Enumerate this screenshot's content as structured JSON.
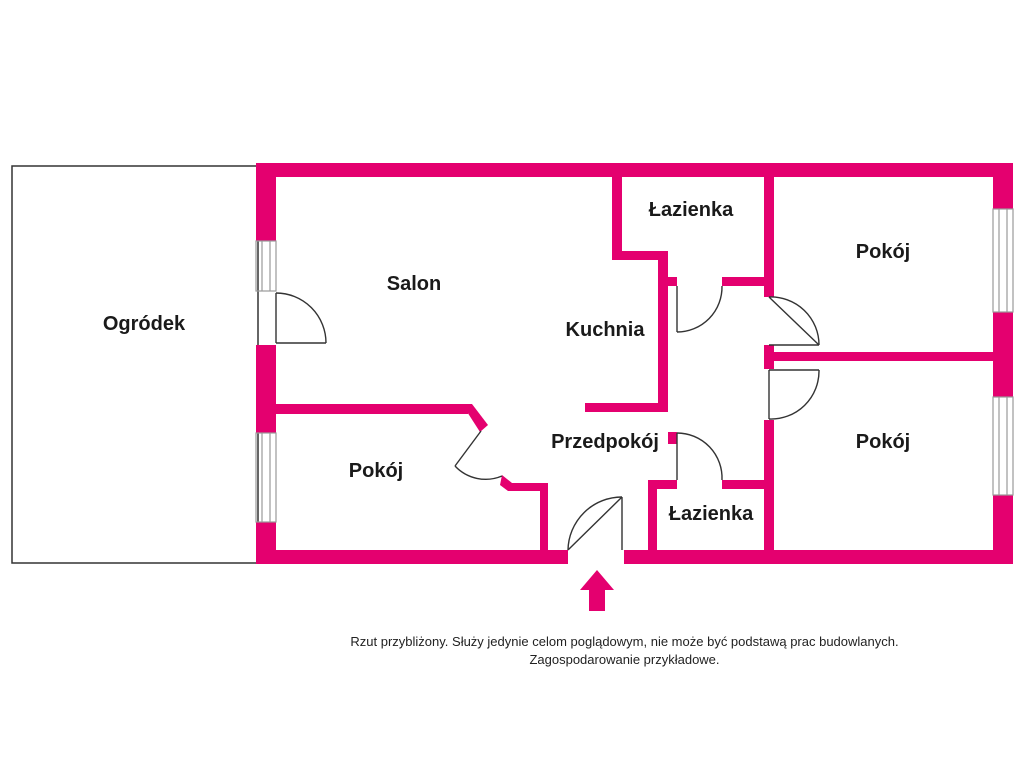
{
  "colors": {
    "wall": "#e4006f",
    "line": "#333333",
    "window": "#9a9a9a"
  },
  "rooms": {
    "garden": "Ogródek",
    "living_room": "Salon",
    "kitchen": "Kuchnia",
    "bathroom_top": "Łazienka",
    "room_top_right": "Pokój",
    "room_bottom_left": "Pokój",
    "hallway": "Przedpokój",
    "bathroom_bottom": "Łazienka",
    "room_bottom_right": "Pokój"
  },
  "entrance": {
    "icon": "arrow-up-icon"
  },
  "disclaimer": {
    "line1": "Rzut przybliżony. Służy jedynie celom poglądowym, nie może być podstawą prac budowlanych.",
    "line2": "Zagospodarowanie przykładowe."
  }
}
